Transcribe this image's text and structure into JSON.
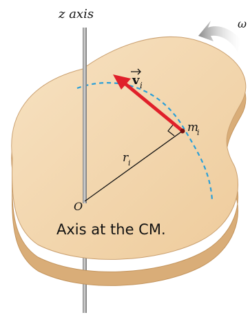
{
  "diagram": {
    "axis_label": "z axis",
    "omega_label": "ω",
    "velocity_label": "v",
    "velocity_subscript": "i",
    "mass_label": "m",
    "mass_subscript": "i",
    "radius_label": "r",
    "radius_subscript": "i",
    "origin_label": "O",
    "caption": "Axis at the CM."
  },
  "colors": {
    "body_top": "#f3d6ad",
    "body_edge": "#d9ad78",
    "rod": "#9c9c9c",
    "velocity_arrow": "#e0202a",
    "path_dash": "#2a9fd8",
    "rotation_arrow": "#8a8a8a"
  }
}
